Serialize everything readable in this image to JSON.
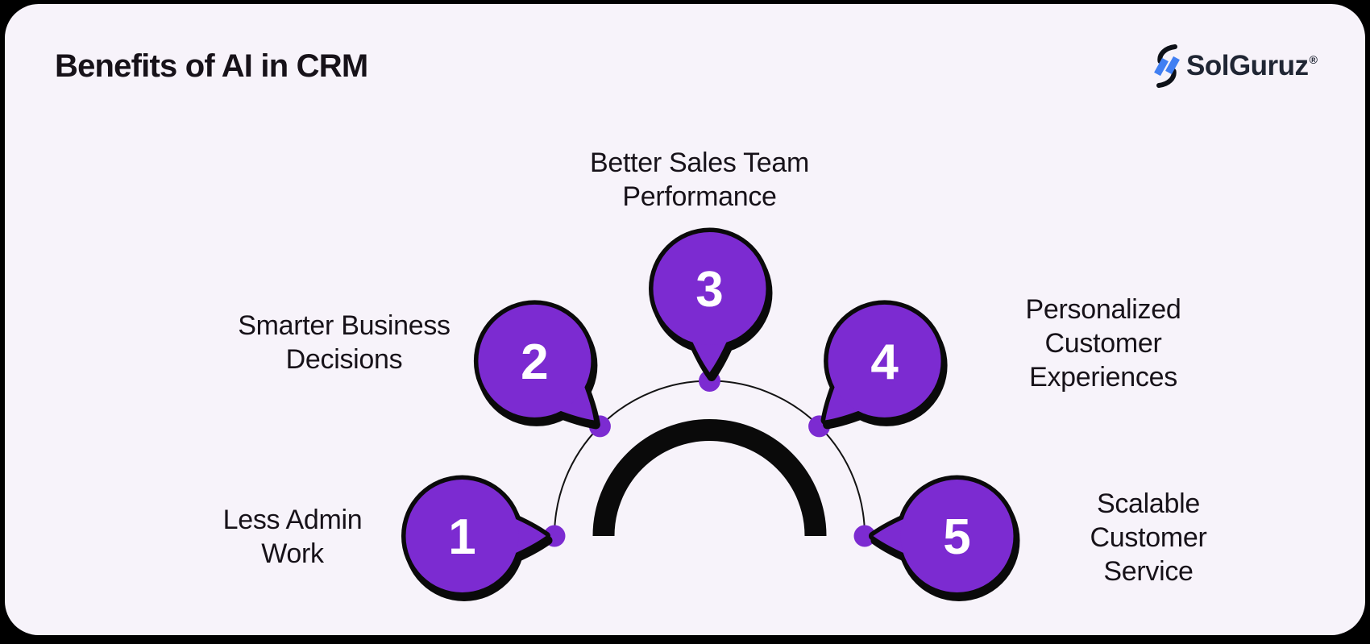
{
  "page": {
    "title": "Benefits of AI in CRM"
  },
  "logo": {
    "brand": "SolGuruz",
    "registered": "®",
    "icon": "solguruz-bolt-icon"
  },
  "colors": {
    "card_background": "#F7F3FA",
    "outer_background": "#000000",
    "accent_purple": "#7C2BD1",
    "arc_black": "#0A0A0A",
    "text_ink": "#171219",
    "logo_blue": "#417FF2",
    "number_text": "#FFFFFF"
  },
  "diagram": {
    "type": "semicircle-numbered-speech-bubbles",
    "items": [
      {
        "number": "1",
        "label": "Less Admin\nWork"
      },
      {
        "number": "2",
        "label": "Smarter Business\nDecisions"
      },
      {
        "number": "3",
        "label": "Better Sales Team\nPerformance"
      },
      {
        "number": "4",
        "label": "Personalized\nCustomer Experiences"
      },
      {
        "number": "5",
        "label": "Scalable Customer\nService"
      }
    ]
  }
}
